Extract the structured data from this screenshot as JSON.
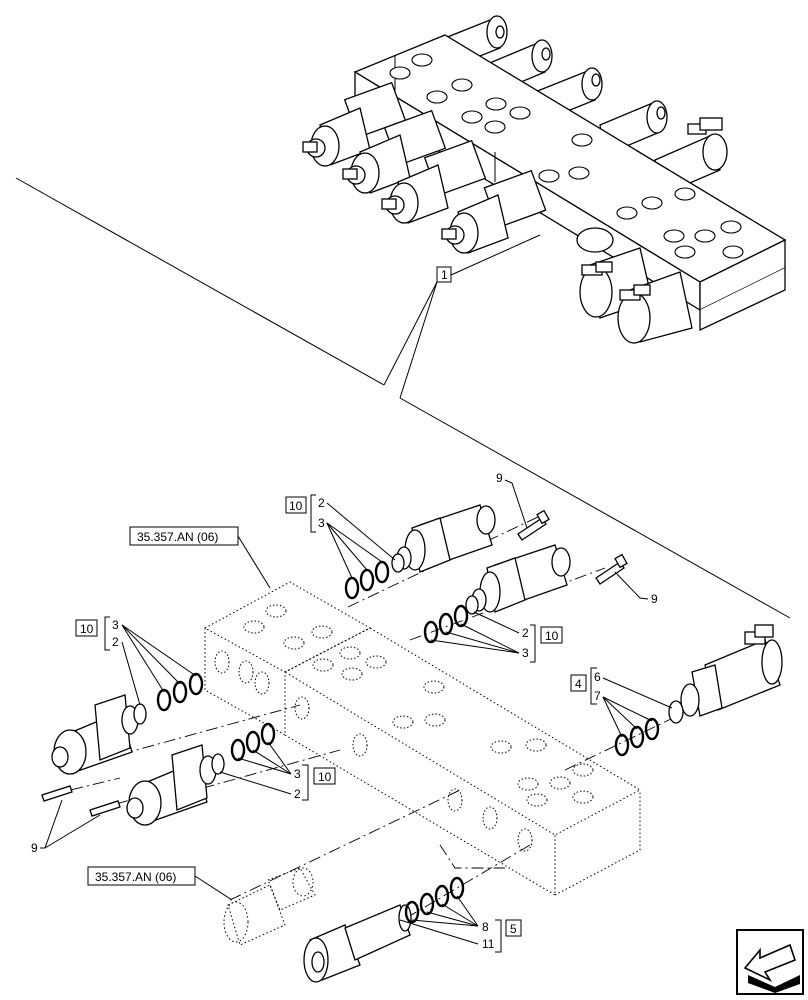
{
  "labels": {
    "top_assembly": "1",
    "ref_upper": "35.357.AN (06)",
    "ref_lower": "35.357.AN (06)",
    "box_10_top": "10",
    "n2_top": "2",
    "n3_top": "3",
    "n9_top": "9",
    "n9_right": "9",
    "n2_mid_right": "2",
    "n3_mid_right": "3",
    "box_10_mid_right": "10",
    "box_10_left": "10",
    "n3_left": "3",
    "n2_left": "2",
    "n3_lower_mid": "3",
    "n2_lower_mid": "2",
    "box_10_lower_mid": "10",
    "box_4": "4",
    "n6": "6",
    "n7": "7",
    "n9_left": "9",
    "n8": "8",
    "n11": "11",
    "box_5": "5"
  }
}
